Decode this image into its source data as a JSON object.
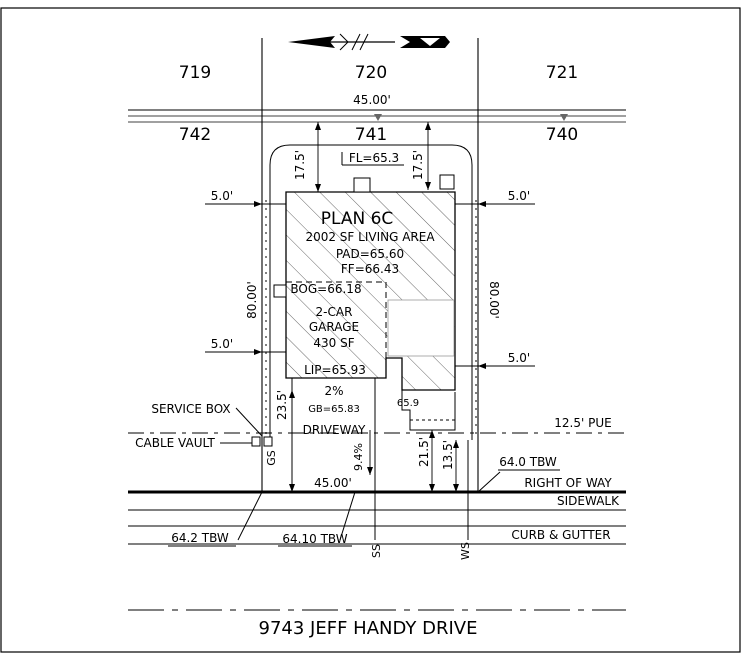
{
  "lots": {
    "top_left": "719",
    "top_center": "720",
    "top_right": "721",
    "left": "742",
    "center": "741",
    "right": "740"
  },
  "dimensions": {
    "lot_width_top": "45.00'",
    "lot_width_bottom": "45.00'",
    "rear_setback_left": "17.5'",
    "rear_setback_right": "17.5'",
    "side_setback_upper_left": "5.0'",
    "side_setback_upper_right": "5.0'",
    "side_setback_lower_left": "5.0'",
    "side_setback_lower_right": "5.0'",
    "lot_depth_left": "80.00'",
    "lot_depth_right": "80.00'",
    "front_setback_left": "23.5'",
    "front_setback_right_outer": "21.5'",
    "front_setback_right_inner": "13.5'"
  },
  "elevations": {
    "flow_line": "FL=65.3",
    "bog": "BOG=66.18",
    "lip": "LIP=65.93",
    "gutter_break": "GB=65.83",
    "driveway_slope": "2%",
    "spot": "65.9",
    "driveway_grade": "9.4%",
    "tbw_right": "64.0 TBW",
    "tbw_left": "64.2 TBW",
    "tbw_center": "64.10 TBW"
  },
  "house": {
    "plan": "PLAN 6C",
    "living_area": "2002 SF LIVING AREA",
    "pad": "PAD=65.60",
    "ff": "FF=66.43",
    "garage_type": "2-CAR",
    "garage_label": "GARAGE",
    "garage_area": "430 SF"
  },
  "labels": {
    "service_box": "SERVICE BOX",
    "cable_vault": "CABLE VAULT",
    "driveway": "DRIVEWAY",
    "pue": "12.5' PUE",
    "right_of_way": "RIGHT OF WAY",
    "sidewalk": "SIDEWALK",
    "curb_gutter": "CURB & GUTTER",
    "gs": "GS",
    "ss": "SS",
    "ws": "WS",
    "street": "9743 JEFF HANDY DRIVE"
  }
}
